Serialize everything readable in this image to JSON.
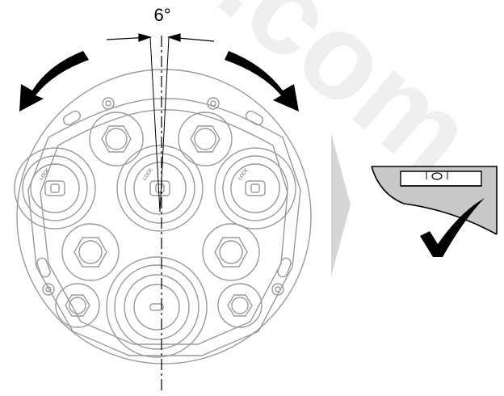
{
  "figure": {
    "angle_label": "6°",
    "lock_label": "LOCK",
    "watermark_text": ".com",
    "icons": [
      "rotate-left-arrow-icon",
      "rotate-right-arrow-icon",
      "next-chevron-icon",
      "checkmark-icon"
    ],
    "colors": {
      "line": "#9a9a9a",
      "ink": "#000000",
      "watermark": "#ececec",
      "chevron": "#d6d6d6",
      "label_fill": "#c8c8c8"
    }
  }
}
